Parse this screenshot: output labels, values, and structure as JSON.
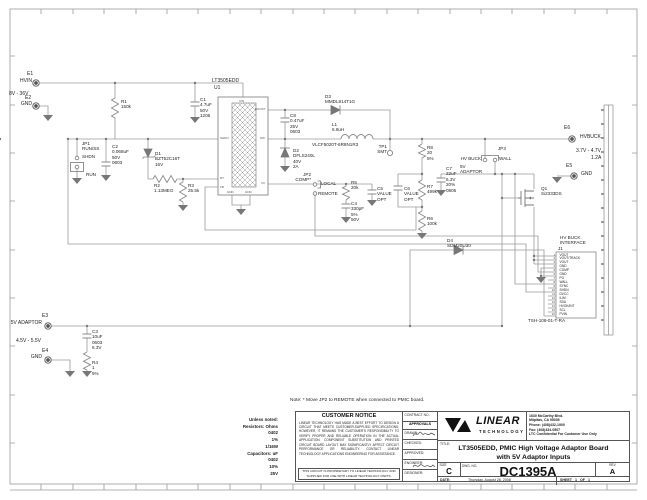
{
  "sch": {
    "note": "Note: * Move JP2 to REMOTE when connected to PMIC board.",
    "hvin": "HVIN",
    "e1": "E1",
    "hvin_range": "8V - 36V",
    "e2": "E2",
    "e2_gnd": "GND",
    "r1": "R1\n150k",
    "c1": "C1\n4.7uF\n50V\n1206",
    "u1_name": "LT3505EDD",
    "u1_ref": "U1",
    "u1_pins": {
      "vin": "VIN",
      "boost": "BOOST",
      "sw": "SW",
      "shdn": "SHDN",
      "rt": "RT",
      "fb": "FB",
      "vc": "VC",
      "gnd1": "GND",
      "gnd2": "GND"
    },
    "c8": "C8\n0.47uF\n25V\n0603",
    "d3": "D3\nMMDL914T1G",
    "l1": "L1\n6.8uH",
    "l1_part": "VLCF5020T-6R8N1R3",
    "d2": "D2\nDFLS240L\n40V\n2A",
    "jp1": "JP1\nRUN/SS",
    "jp1_shdn": "SHDN",
    "jp1_run": "RUN",
    "c2": "C2\n0.068uF\n50V\n0603",
    "d1": "D1\nBZT52C16T\n16V",
    "r2": "R2\n1.13MEG",
    "r3": "R3\n25.5k",
    "jp2": "JP2\nCOMP*",
    "jp2_local": "LOCAL",
    "jp2_remote": "REMOTE",
    "r5": "R5\n20k",
    "c4": "C4\n330pF\n5%\n50V",
    "c5": "C5\nVALUE\nOPT",
    "c6": "C6\nVALUE\nOPT",
    "tp1": "TP1\nSMT",
    "r8": "R8\n20\n5%",
    "r7": "R7\n499k",
    "r6": "R6\n100k",
    "c7": "C7\n22uF\n6.3V\n20%\n0805",
    "jp3": "JP3",
    "jp3_left": "HV BUCK",
    "jp3_right": "WALL",
    "jp3_net": "5V\nADAPTOR",
    "e6": "E6",
    "e6_name": "HVBUCK",
    "e6_range": "3.7V - 4.7V",
    "e6_current": "1.2A",
    "e5": "E5",
    "e5_gnd": "GND",
    "q1": "Q1\nSi2333DS",
    "d4": "D4\nSDM20U30",
    "interface": "HV BUCK\nINTERFACE",
    "j1_ref": "J1",
    "j1_part": "TSH-108-01-T-RA",
    "e3": "E3",
    "e3_name": "5V ADAPTOR",
    "e3_range": "4.5V - 5.5V",
    "e4": "E4",
    "e4_gnd": "GND",
    "c3": "C3\n10uF\n0603\n6.3V",
    "r4": "R4\n1\n5%",
    "unless_noted": "Unless noted:\nResistors: Ohms\n0402\n1%\n1/16W\nCapacitors: uF\n0402\n10%\n25V"
  },
  "j1": {
    "pins": [
      {
        "n": "1",
        "name": "VOUT"
      },
      {
        "n": "2",
        "name": "VOUT/TRACK"
      },
      {
        "n": "3",
        "name": "VOUT"
      },
      {
        "n": "4",
        "name": "GND"
      },
      {
        "n": "5",
        "name": "COMP"
      },
      {
        "n": "6",
        "name": "GND"
      },
      {
        "n": "7",
        "name": "PG"
      },
      {
        "n": "8",
        "name": "WALL"
      },
      {
        "n": "9",
        "name": "SYNC"
      },
      {
        "n": "10",
        "name": "SHDN"
      },
      {
        "n": "11",
        "name": "DVCC"
      },
      {
        "n": "12",
        "name": "ILIM"
      },
      {
        "n": "13",
        "name": "SDA"
      },
      {
        "n": "14",
        "name": "HVOK/INT"
      },
      {
        "n": "15",
        "name": "SCL"
      },
      {
        "n": "16",
        "name": "PVIN"
      }
    ]
  },
  "customer_notice": {
    "title": "CUSTOMER NOTICE",
    "body": "LINEAR TECHNOLOGY HAS MADE A BEST EFFORT TO DESIGN A CIRCUIT THAT MEETS CUSTOMER-SUPPLIED SPECIFICATIONS; HOWEVER, IT REMAINS THE CUSTOMER'S RESPONSIBILITY TO VERIFY PROPER AND RELIABLE OPERATION IN THE ACTUAL APPLICATION. COMPONENT SUBSTITUTION AND PRINTED CIRCUIT BOARD LAYOUT MAY SIGNIFICANTLY AFFECT CIRCUIT PERFORMANCE OR RELIABILITY. CONTACT LINEAR TECHNOLOGY APPLICATIONS ENGINEERING FOR ASSISTANCE.",
    "footer": "THIS CIRCUIT IS PROPRIETARY TO LINEAR TECHNOLOGY AND SUPPLIED FOR USE WITH LINEAR TECHNOLOGY PARTS."
  },
  "approvals": {
    "contract": "CONTRACT NO.",
    "heading": "APPROVALS",
    "rows": [
      "DRAWN:",
      "CHECKED:",
      "APPROVED:",
      "ENGINEER:",
      "DESIGNER:"
    ]
  },
  "title_block": {
    "brand": "LINEAR",
    "brand2": "TECHNOLOGY",
    "address": "1630 McCarthy Blvd.\nMilpitas, CA 95035\nPhone: (408)432-1900\nFax: (408)434-0507\nLTC Confidential For Customer Use Only",
    "title_label": "TITLE:",
    "title_line1": "LT3505EDD, PMIC High Voltage Adaptor Board",
    "title_line2": "with 5V Adaptor Inputs",
    "size_label": "SIZE",
    "size": "C",
    "dwg_label": "DWG. NO.",
    "dwg_no": "DC1395A",
    "rev_label": "REV",
    "rev": "A",
    "date_label": "DATE:",
    "date": "Thursday, August 28, 2008",
    "sheet": "SHEET   1   OF   1"
  }
}
